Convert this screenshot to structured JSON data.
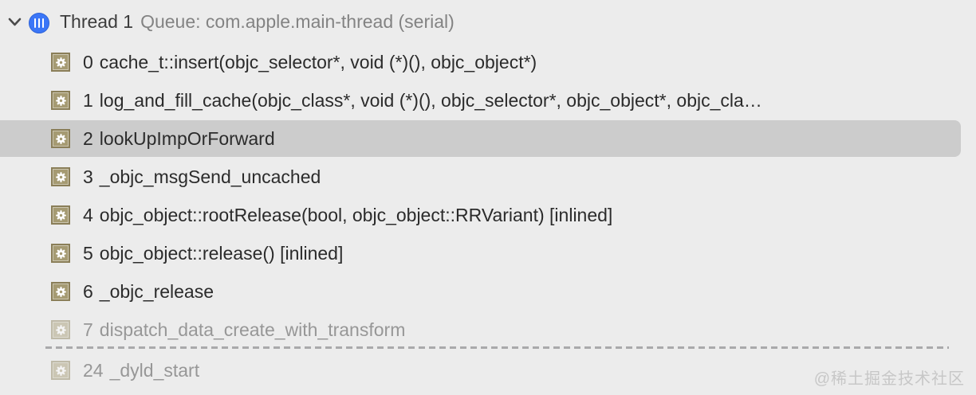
{
  "header": {
    "thread_label": "Thread 1",
    "queue_label": "Queue: com.apple.main-thread (serial)"
  },
  "frames": [
    {
      "index": "0",
      "name": "cache_t::insert(objc_selector*, void (*)(), objc_object*)",
      "state": "normal"
    },
    {
      "index": "1",
      "name": "log_and_fill_cache(objc_class*, void (*)(), objc_selector*, objc_object*, objc_cla…",
      "state": "normal"
    },
    {
      "index": "2",
      "name": "lookUpImpOrForward",
      "state": "selected"
    },
    {
      "index": "3",
      "name": "_objc_msgSend_uncached",
      "state": "normal"
    },
    {
      "index": "4",
      "name": "objc_object::rootRelease(bool, objc_object::RRVariant) [inlined]",
      "state": "normal"
    },
    {
      "index": "5",
      "name": "objc_object::release() [inlined]",
      "state": "normal"
    },
    {
      "index": "6",
      "name": "_objc_release",
      "state": "normal"
    },
    {
      "index": "7",
      "name": "dispatch_data_create_with_transform",
      "state": "faded"
    },
    {
      "index": "24",
      "name": "_dyld_start",
      "state": "faded"
    }
  ],
  "icons": {
    "disclosure": "chevron-down-icon",
    "thread": "thread-paused-icon",
    "frame": "gear-icon"
  },
  "colors": {
    "background": "#ececec",
    "selection_gray": "#cccccc",
    "thread_blue": "#3b76f7",
    "thread_blue_border": "#2e63d8",
    "gear_tan": "#a59a72",
    "gear_tan_border": "#8a7e58",
    "text_dark": "#2b2b2b",
    "text_faded": "#979797",
    "queue_gray": "#838383"
  },
  "watermark": "@稀土掘金技术社区"
}
